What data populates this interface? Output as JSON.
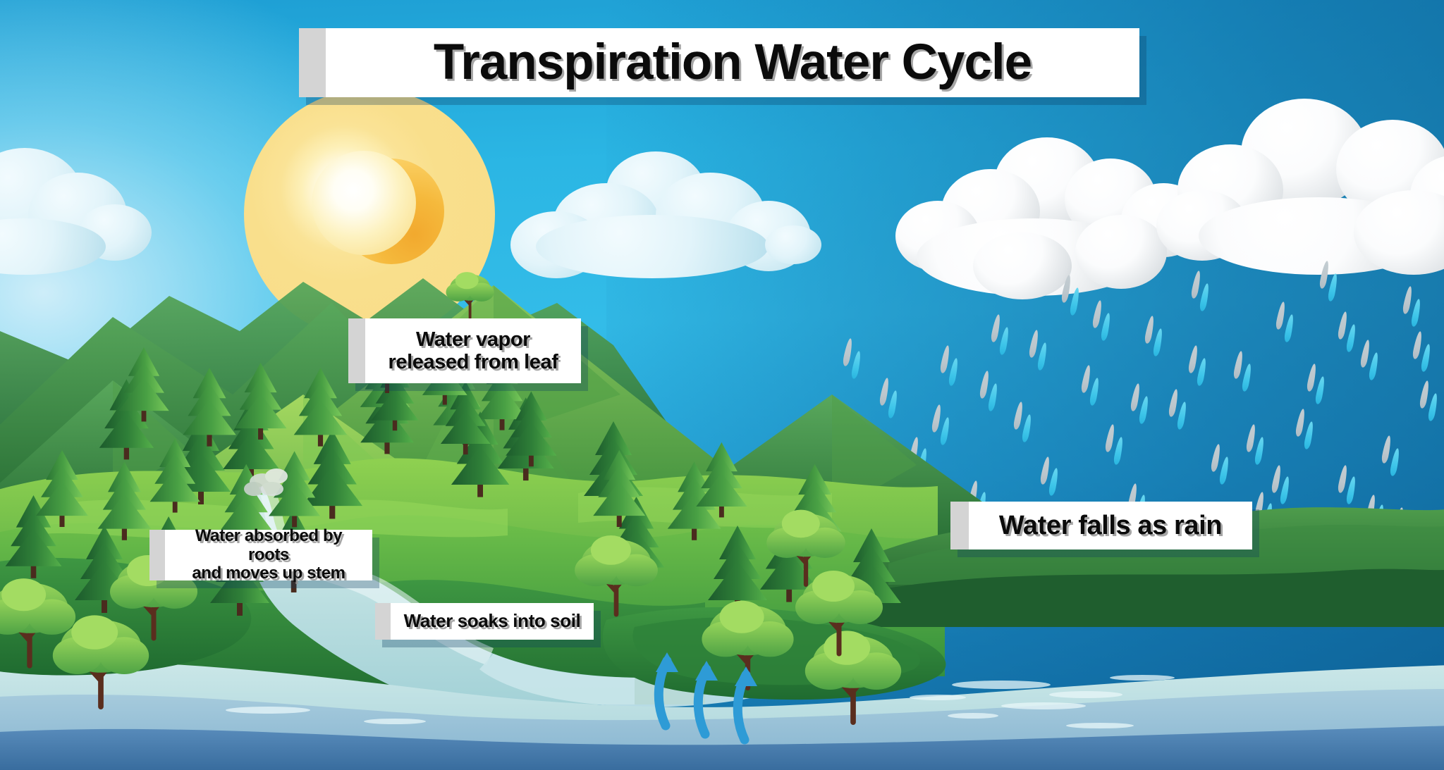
{
  "diagram": {
    "title": "Transpiration Water Cycle",
    "type": "water-cycle-illustration",
    "background_colors": {
      "sky_top": "#1E9FD4",
      "sky_mid": "#33BCE8",
      "sky_right_dark": "#116FA8",
      "sun": "#F9E08C",
      "sun_crescent": "#F5B93C",
      "cloud_pale": "#E2F4FA",
      "cloud_white": "#FFFFFF",
      "rain_drop_gray": "#BCC7CD",
      "rain_drop_cyan": "#3FC6EA",
      "mountain_dark": "#2F7A3A",
      "mountain_mid": "#4EA04A",
      "grass_light": "#8FD14F",
      "water_shallow": "#B9DDE2",
      "water_deep": "#3C6E9E",
      "label_bg": "#FFFFFF",
      "label_tab": "#D4D4D4",
      "label_text": "#0B0B0B",
      "arrow_blue": "#2E9BD6"
    }
  },
  "labels": {
    "title": {
      "text": "Transpiration Water Cycle",
      "stage": "title"
    },
    "vapor": {
      "text": "Water vapor\nreleased from leaf",
      "stage": "transpiration"
    },
    "roots": {
      "text": "Water absorbed by roots\nand moves up stem",
      "stage": "absorption"
    },
    "soil": {
      "text": "Water soaks into soil",
      "stage": "infiltration"
    },
    "rain": {
      "text": "Water falls as rain",
      "stage": "precipitation"
    }
  },
  "scene_elements": {
    "sun": "sun-with-crescent",
    "clouds": [
      {
        "name": "cloud-left-pale",
        "kind": "pale"
      },
      {
        "name": "cloud-middle-pale",
        "kind": "pale"
      },
      {
        "name": "cloud-storm-left",
        "kind": "white"
      },
      {
        "name": "cloud-storm-right",
        "kind": "white"
      }
    ],
    "rain_drop_count": 96,
    "transpiration_arrows": 3,
    "vapor_puff": 1,
    "pine_tree_count": 46,
    "bush_tree_count": 11,
    "river": "winding river from mountains to lake",
    "lake": "foreground lake"
  }
}
